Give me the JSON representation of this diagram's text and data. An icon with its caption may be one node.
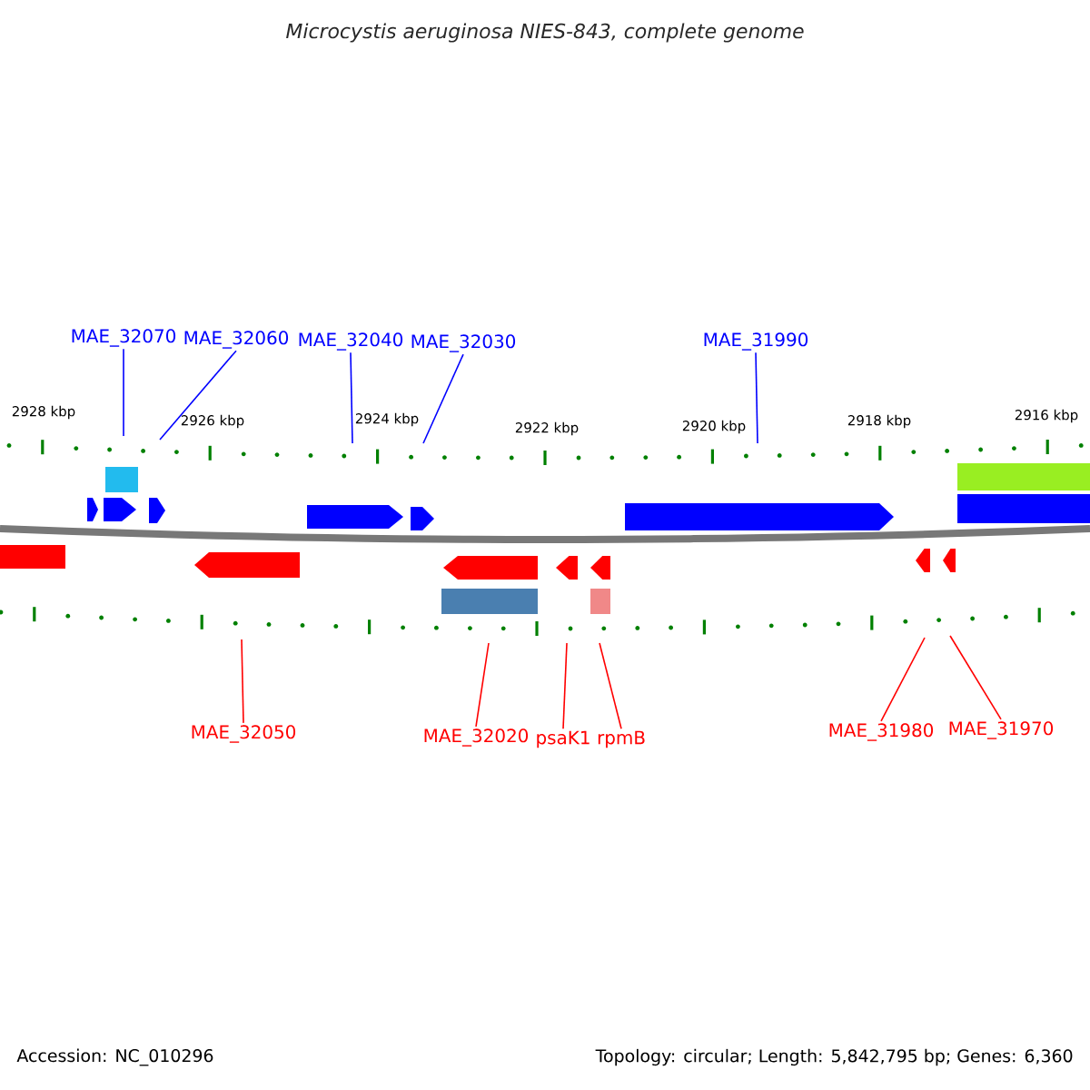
{
  "diagram": {
    "title": "Microcystis aeruginosa NIES-843, complete genome",
    "nodes": [
      {
        "text": [
          "MAE_32070"
        ]
      },
      {
        "text": [
          "MAE_32060"
        ]
      },
      {
        "text": [
          "MAE_32040"
        ]
      },
      {
        "text": [
          "MAE_32030"
        ]
      },
      {
        "text": [
          "MAE_31990"
        ]
      },
      {
        "text": [
          "MAE_32050"
        ]
      },
      {
        "text": [
          "MAE_32020"
        ]
      },
      {
        "text": [
          "psaK1"
        ]
      },
      {
        "text": [
          "rpmB"
        ]
      },
      {
        "text": [
          "MAE_31980"
        ]
      },
      {
        "text": [
          "MAE_31970"
        ]
      }
    ],
    "edges": [
      {
        "from": 0,
        "to": null,
        "arrow": "none",
        "color": "#0000ff"
      },
      {
        "from": 1,
        "to": null,
        "arrow": "none",
        "color": "#0000ff"
      },
      {
        "from": 2,
        "to": null,
        "arrow": "none",
        "color": "#0000ff"
      },
      {
        "from": 3,
        "to": null,
        "arrow": "none",
        "color": "#0000ff"
      },
      {
        "from": 4,
        "to": null,
        "arrow": "none",
        "color": "#0000ff"
      },
      {
        "from": 5,
        "to": null,
        "arrow": "none",
        "color": "#ff0000"
      },
      {
        "from": 6,
        "to": null,
        "arrow": "none",
        "color": "#ff0000"
      },
      {
        "from": 7,
        "to": null,
        "arrow": "none",
        "color": "#ff0000"
      },
      {
        "from": 8,
        "to": null,
        "arrow": "none",
        "color": "#ff0000"
      },
      {
        "from": 9,
        "to": null,
        "arrow": "none",
        "color": "#ff0000"
      },
      {
        "from": 10,
        "to": null,
        "arrow": "none",
        "color": "#ff0000"
      }
    ],
    "labels": [
      "2928 kbp",
      "2926 kbp",
      "2924 kbp",
      "2922 kbp",
      "2920 kbp",
      "2918 kbp",
      "2916 kbp",
      "Accession: NC_010296",
      "Topology: circular; Length: 5,842,795 bp; Genes: 6,360"
    ]
  }
}
